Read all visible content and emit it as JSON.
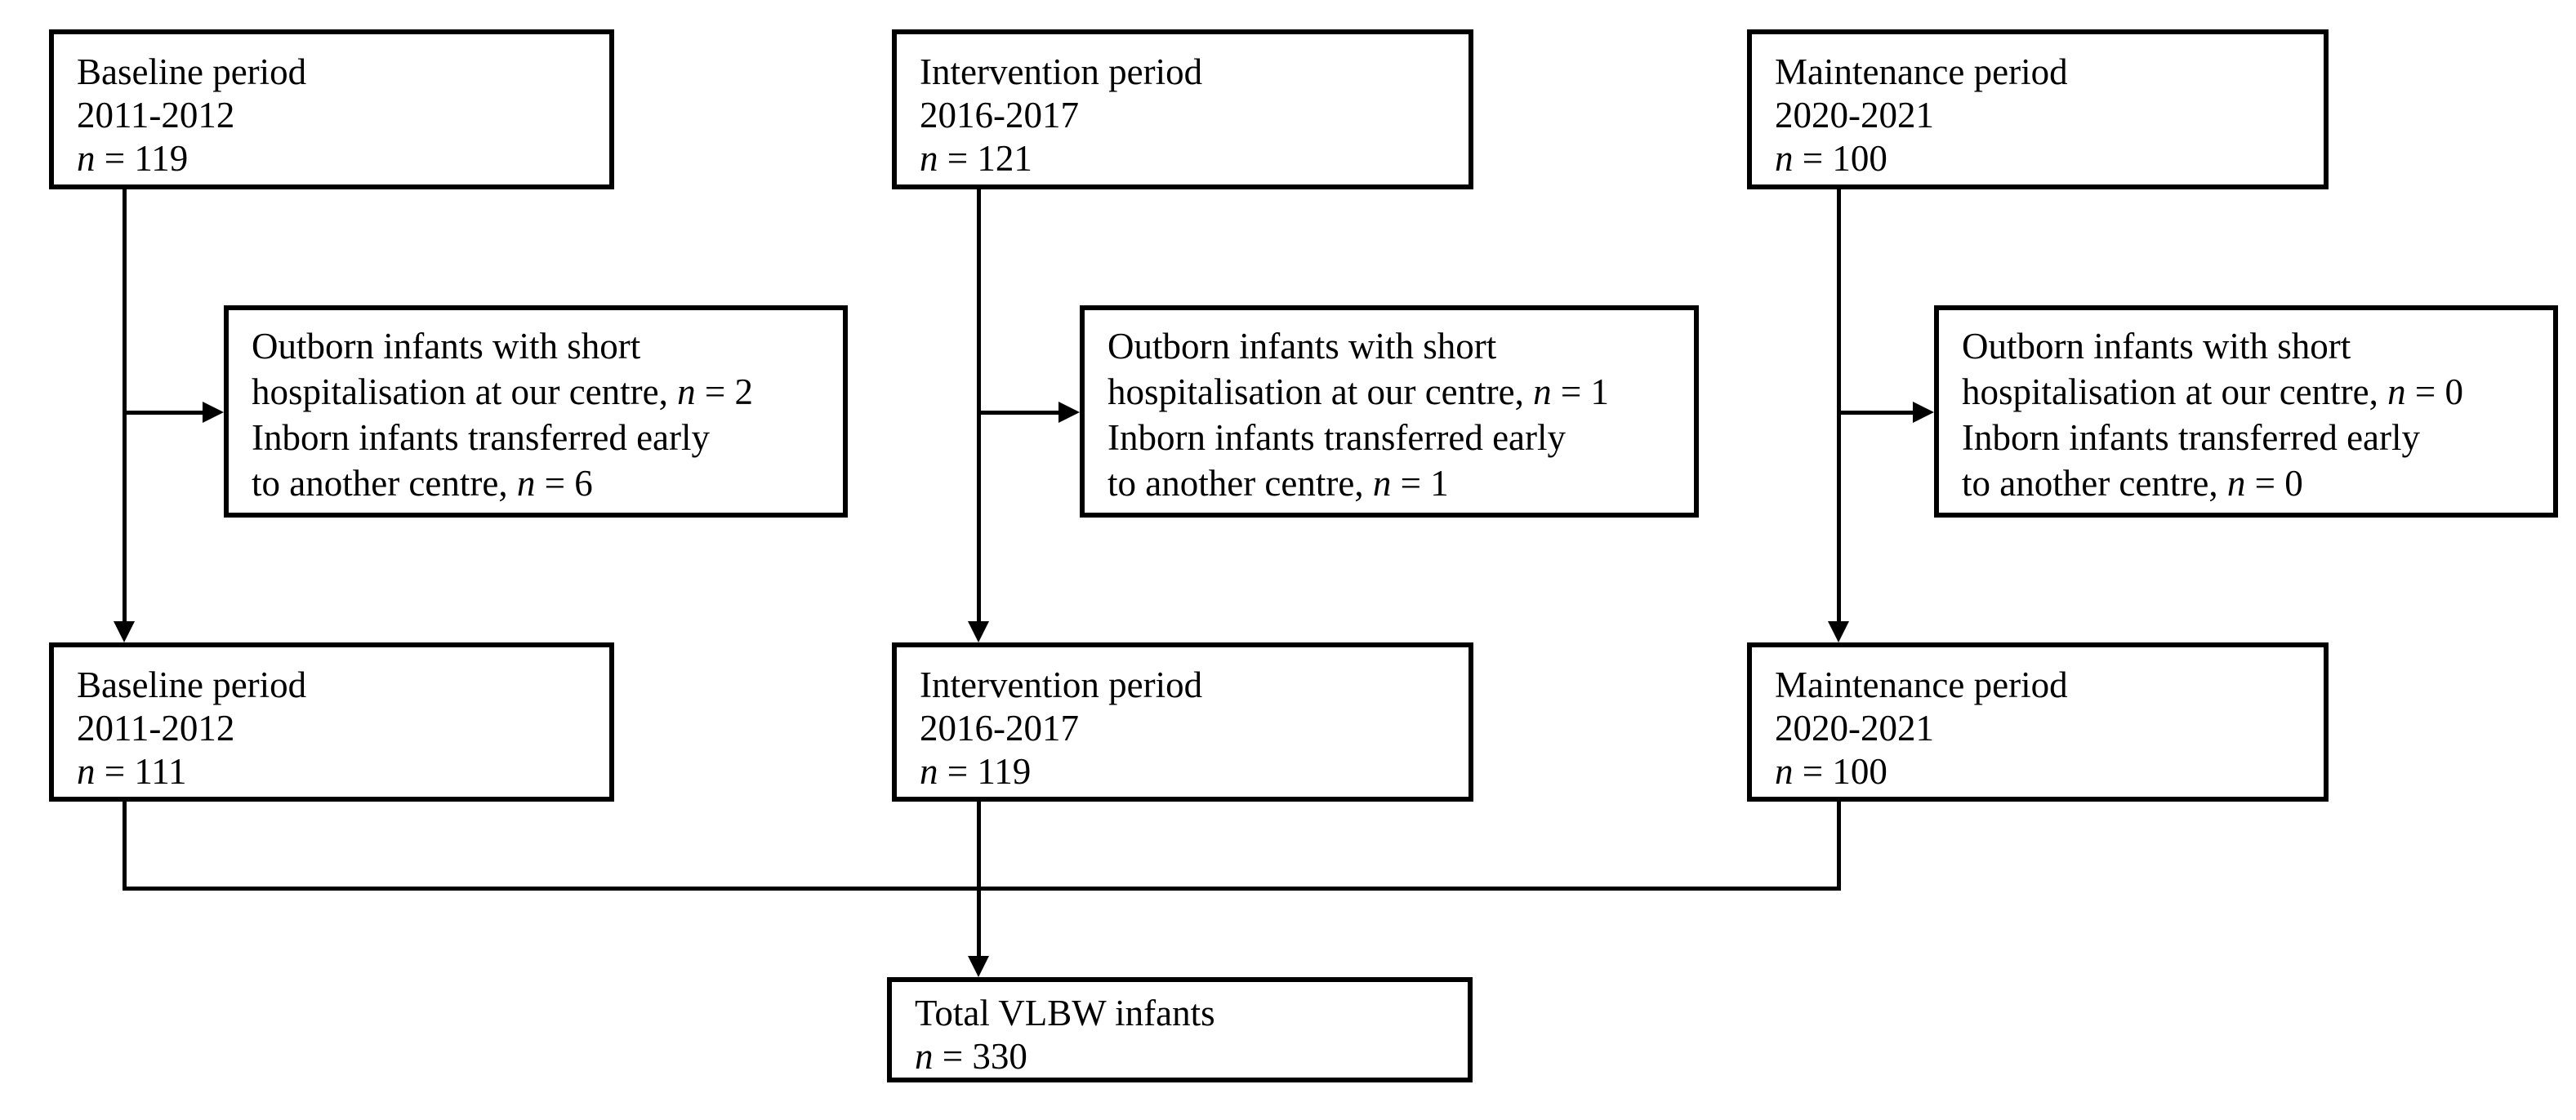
{
  "n_symbol": "n",
  "columns": [
    {
      "initial": {
        "title": "Baseline period",
        "years": "2011-2012",
        "n_eq": " = 119"
      },
      "excluded": {
        "outborn_line1": "Outborn infants with short",
        "outborn_line2": "hospitalisation at our centre, ",
        "outborn_n_eq": " = 2",
        "inborn_line1": "Inborn infants transferred early",
        "inborn_line2": "to another centre, ",
        "inborn_n_eq": " = 6"
      },
      "included": {
        "title": "Baseline period",
        "years": "2011-2012",
        "n_eq": " = 111"
      }
    },
    {
      "initial": {
        "title": "Intervention period",
        "years": "2016-2017",
        "n_eq": " = 121"
      },
      "excluded": {
        "outborn_line1": "Outborn infants with short",
        "outborn_line2": "hospitalisation at our centre, ",
        "outborn_n_eq": " = 1",
        "inborn_line1": "Inborn infants transferred early",
        "inborn_line2": "to another centre, ",
        "inborn_n_eq": " = 1"
      },
      "included": {
        "title": "Intervention period",
        "years": "2016-2017",
        "n_eq": " = 119"
      }
    },
    {
      "initial": {
        "title": "Maintenance period",
        "years": "2020-2021",
        "n_eq": " = 100"
      },
      "excluded": {
        "outborn_line1": "Outborn infants with short",
        "outborn_line2": "hospitalisation at our centre, ",
        "outborn_n_eq": " = 0",
        "inborn_line1": "Inborn infants transferred early",
        "inborn_line2": "to another centre, ",
        "inborn_n_eq": " = 0"
      },
      "included": {
        "title": "Maintenance period",
        "years": "2020-2021",
        "n_eq": " = 100"
      }
    }
  ],
  "total": {
    "title": "Total VLBW infants",
    "n_eq": " = 330"
  }
}
